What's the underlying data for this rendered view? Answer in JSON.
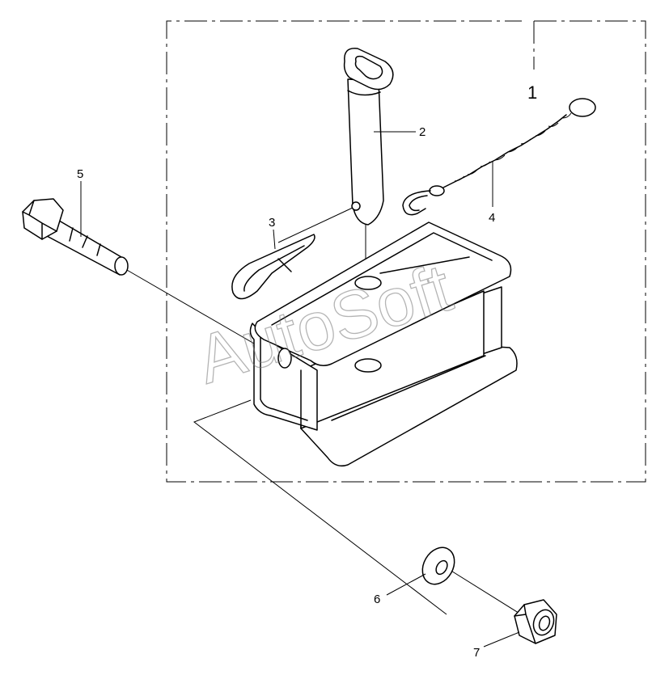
{
  "diagram": {
    "labels": {
      "kit": "1",
      "pin": "2",
      "clip": "3",
      "chain": "4",
      "bolt": "5",
      "washer": "6",
      "nut": "7"
    },
    "watermark": "AutoSoft"
  }
}
